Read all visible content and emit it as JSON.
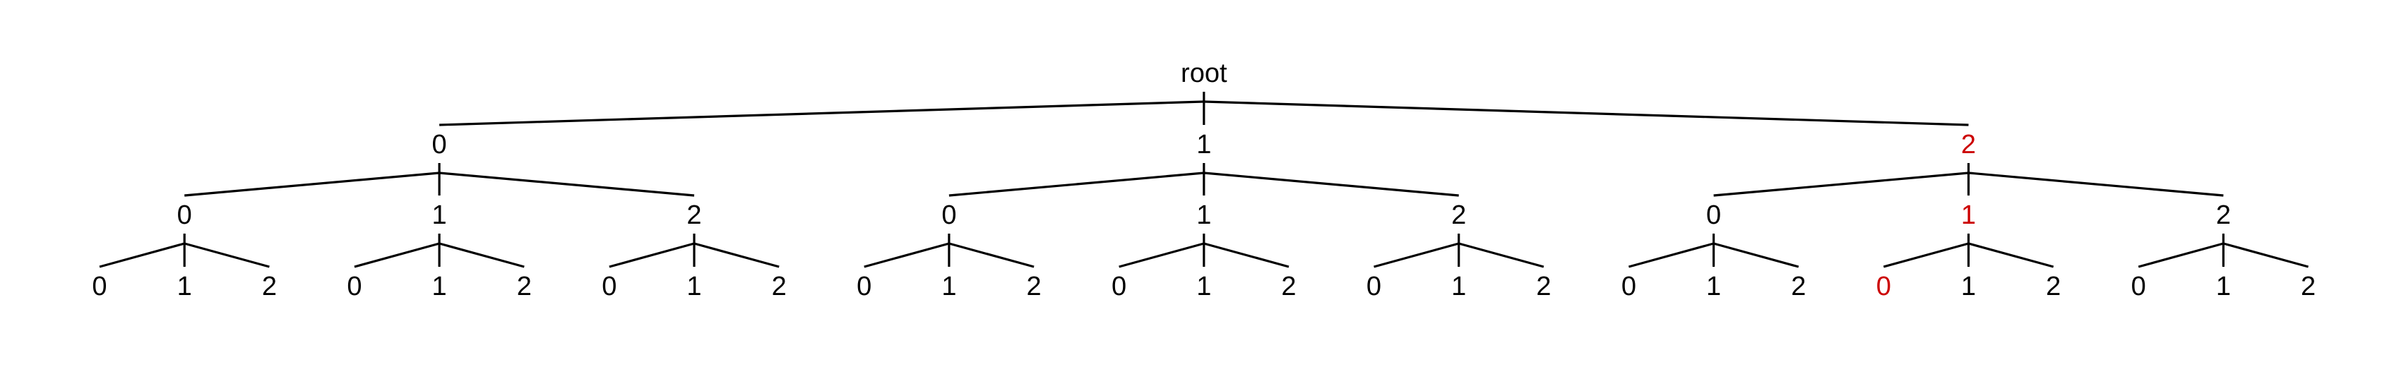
{
  "colors": {
    "default_text": "#000000",
    "highlight": "#cc0000",
    "edge": "#000000",
    "background": "#ffffff"
  },
  "tree": {
    "label": "root",
    "children": [
      {
        "label": "0",
        "children": [
          {
            "label": "0",
            "children": [
              {
                "label": "0"
              },
              {
                "label": "1"
              },
              {
                "label": "2"
              }
            ]
          },
          {
            "label": "1",
            "children": [
              {
                "label": "0"
              },
              {
                "label": "1"
              },
              {
                "label": "2"
              }
            ]
          },
          {
            "label": "2",
            "children": [
              {
                "label": "0"
              },
              {
                "label": "1"
              },
              {
                "label": "2"
              }
            ]
          }
        ]
      },
      {
        "label": "1",
        "children": [
          {
            "label": "0",
            "children": [
              {
                "label": "0"
              },
              {
                "label": "1"
              },
              {
                "label": "2"
              }
            ]
          },
          {
            "label": "1",
            "children": [
              {
                "label": "0"
              },
              {
                "label": "1"
              },
              {
                "label": "2"
              }
            ]
          },
          {
            "label": "2",
            "children": [
              {
                "label": "0"
              },
              {
                "label": "1"
              },
              {
                "label": "2"
              }
            ]
          }
        ]
      },
      {
        "label": "2",
        "highlighted": true,
        "children": [
          {
            "label": "0",
            "children": [
              {
                "label": "0"
              },
              {
                "label": "1"
              },
              {
                "label": "2"
              }
            ]
          },
          {
            "label": "1",
            "highlighted": true,
            "children": [
              {
                "label": "0",
                "highlighted": true
              },
              {
                "label": "1"
              },
              {
                "label": "2"
              }
            ]
          },
          {
            "label": "2",
            "children": [
              {
                "label": "0"
              },
              {
                "label": "1"
              },
              {
                "label": "2"
              }
            ]
          }
        ]
      }
    ]
  }
}
